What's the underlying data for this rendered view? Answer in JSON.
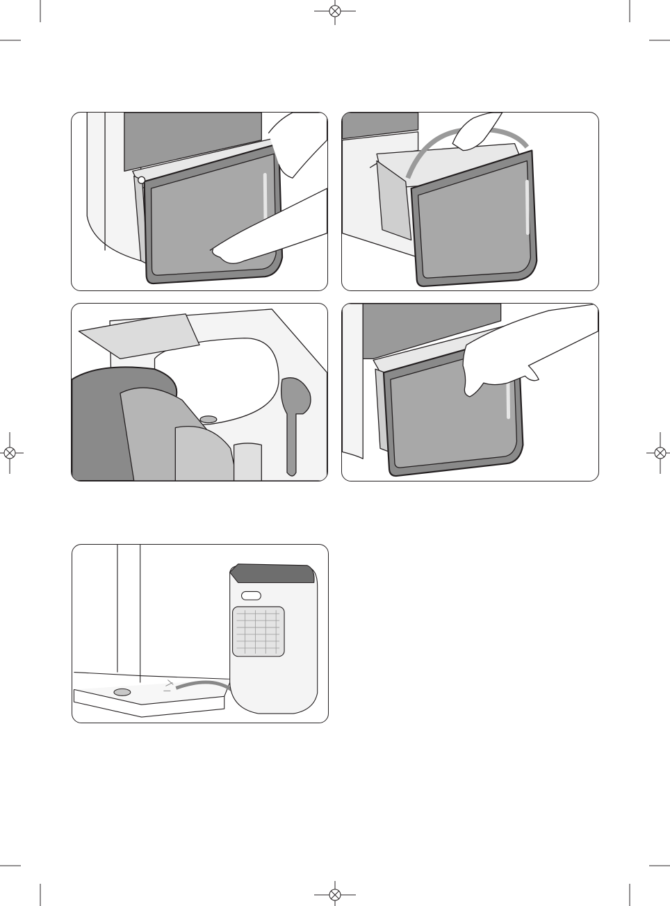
{
  "document": {
    "type": "instruction-illustration-page",
    "panels": [
      {
        "id": "remove-tank",
        "depicts": "hand-pulling-water-tank-out"
      },
      {
        "id": "carry-tank",
        "depicts": "hand-lifting-tank-by-handle"
      },
      {
        "id": "empty-tank",
        "depicts": "tank-emptied-into-sink"
      },
      {
        "id": "insert-tank",
        "depicts": "hand-pushing-tank-back-in"
      },
      {
        "id": "continuous-drain",
        "depicts": "hose-draining-to-floor-drain"
      }
    ]
  },
  "colors": {
    "ink": "#231f20",
    "tank_front": "#8a8a8a",
    "tank_front_light": "#b5b5b5",
    "body_gray": "#dcdcdc",
    "tint_gray": "#c8c8c8"
  }
}
